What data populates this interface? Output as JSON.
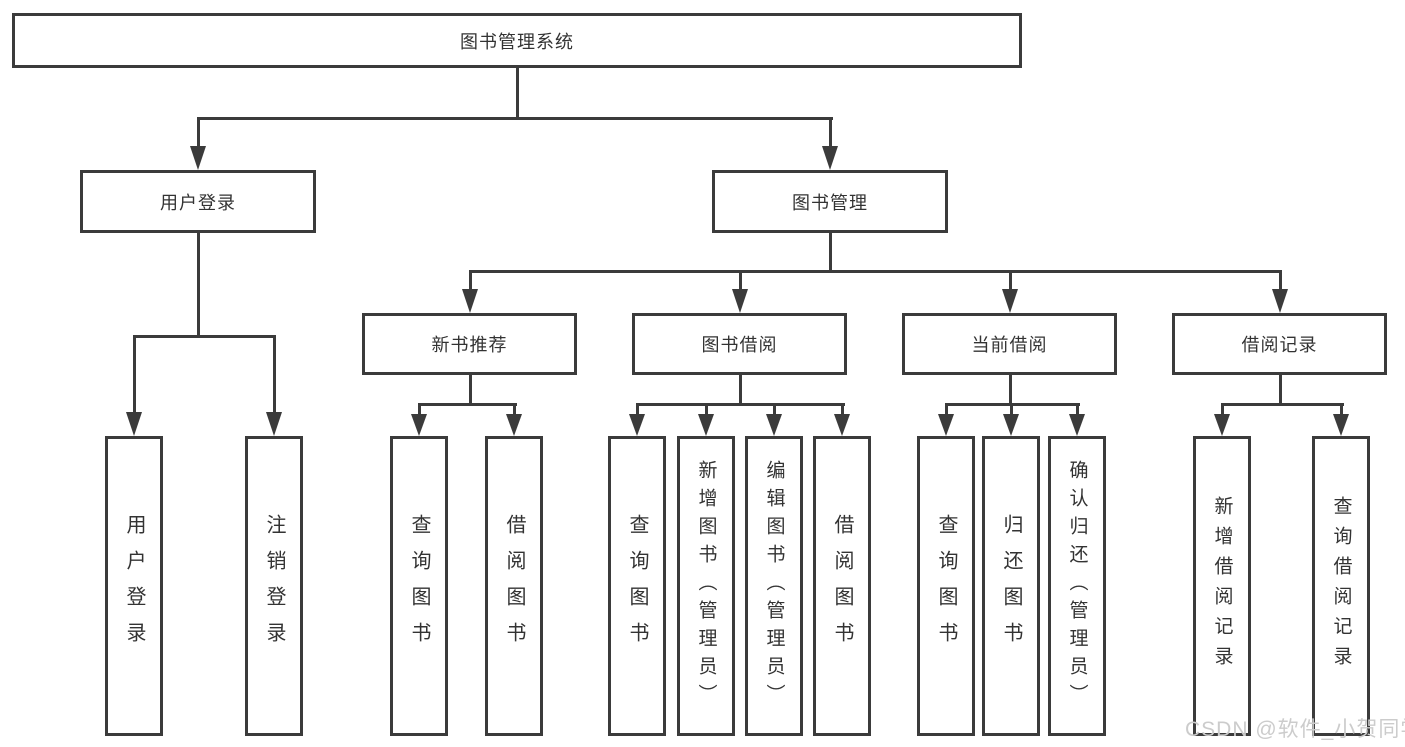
{
  "diagram": {
    "title": "图书管理系统",
    "level2": [
      "用户登录",
      "图书管理"
    ],
    "level3": [
      "新书推荐",
      "图书借阅",
      "当前借阅",
      "借阅记录"
    ],
    "leaves": {
      "user_login": [
        "用户登录",
        "注销登录"
      ],
      "new_book_rec": [
        "查询图书",
        "借阅图书"
      ],
      "book_borrow": [
        "查询图书",
        "新增图书（管理员）",
        "编辑图书（管理员）",
        "借阅图书"
      ],
      "current_borrow": [
        "查询图书",
        "归还图书",
        "确认归还（管理员）"
      ],
      "borrow_records": [
        "新增借阅记录",
        "查询借阅记录"
      ]
    }
  },
  "watermark": "CSDN @软件_小贺同学",
  "colors": {
    "line": "#3b3b3b",
    "text": "#333333",
    "watermark": "#cccccc",
    "background": "#ffffff"
  }
}
